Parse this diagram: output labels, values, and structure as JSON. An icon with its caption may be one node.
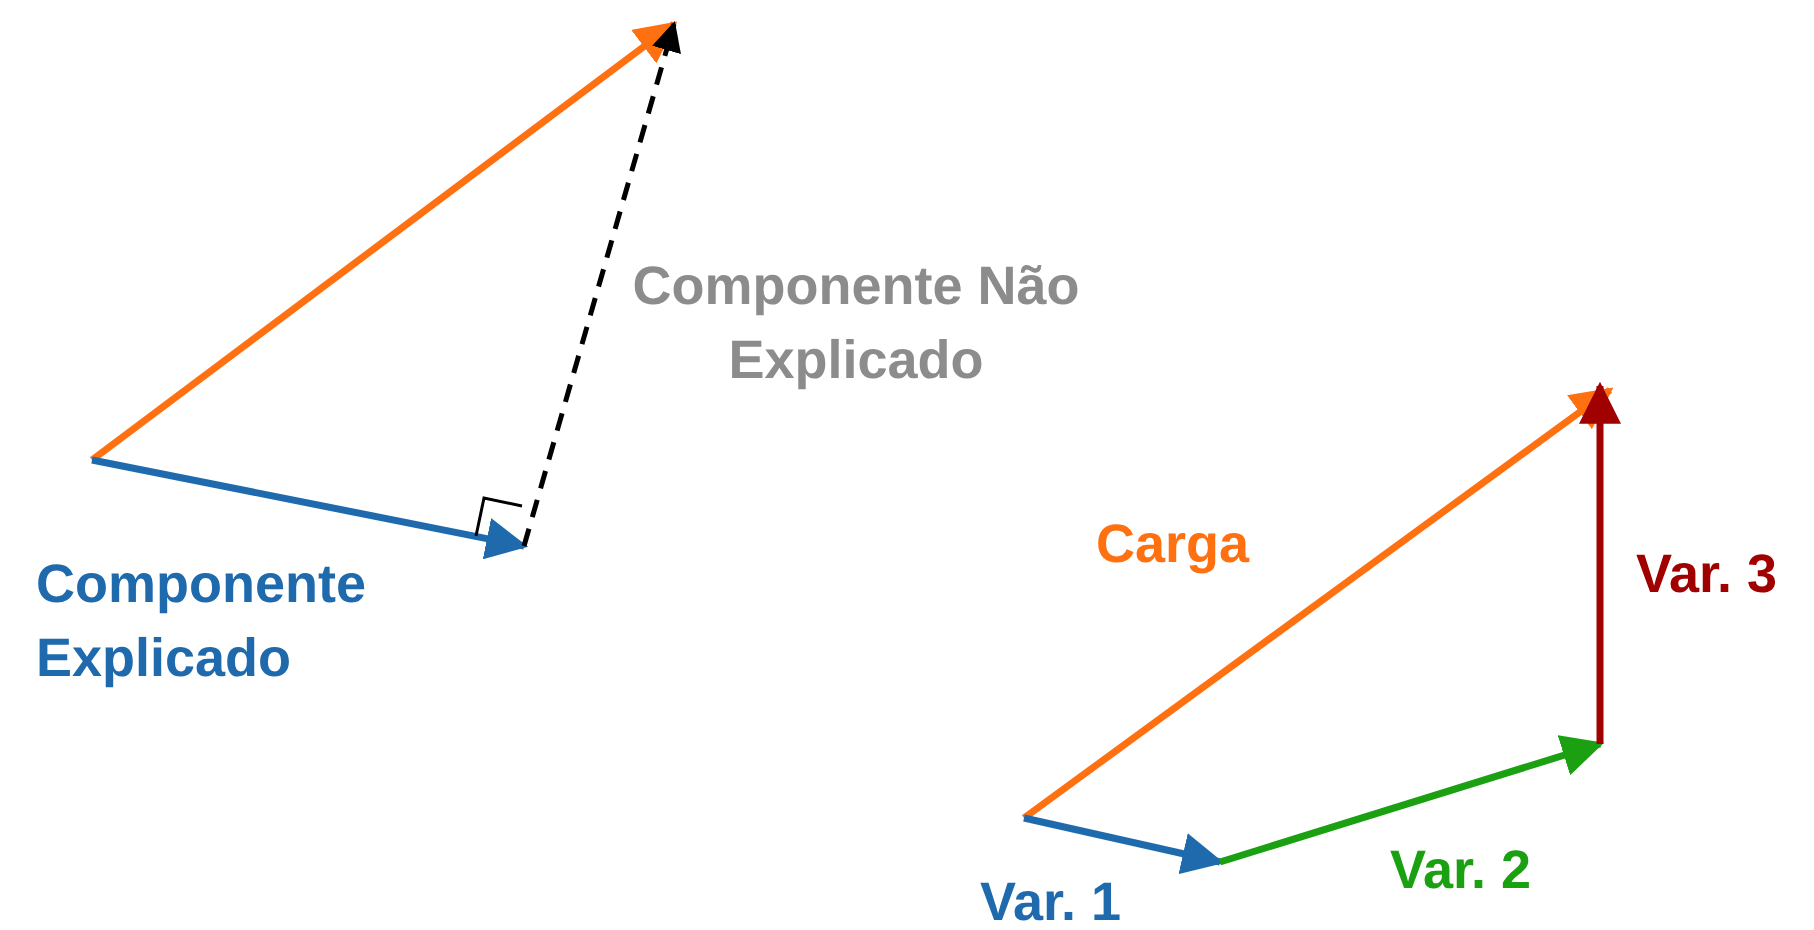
{
  "diagram": {
    "labels": [
      "Componente Não Explicado",
      "Carga",
      "Var. 3",
      "Componente Explicado",
      "Var. 2",
      "Var. 1"
    ]
  }
}
